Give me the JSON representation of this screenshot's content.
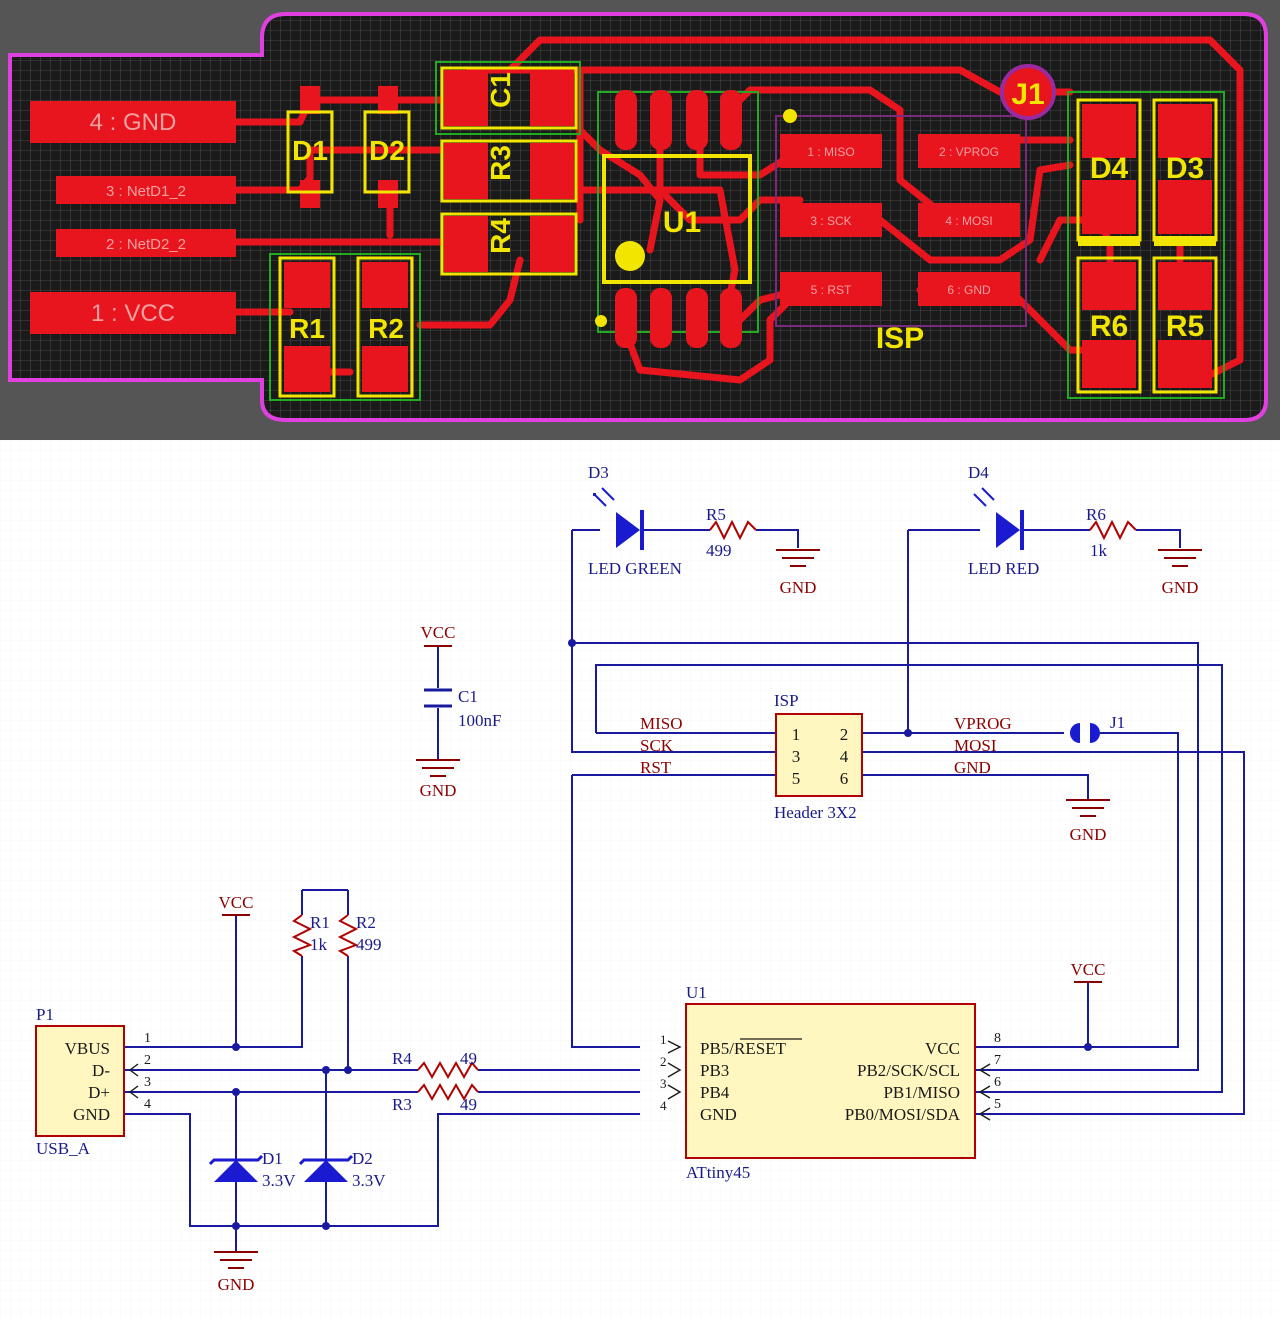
{
  "pcb": {
    "edge_labels": {
      "gnd": "4 : GND",
      "netd1": "3 : NetD1_2",
      "netd2": "2 : NetD2_2",
      "vcc": "1 : VCC"
    },
    "designators": {
      "d1": "D1",
      "d2": "D2",
      "c1": "C1",
      "r3": "R3",
      "r4": "R4",
      "u1": "U1",
      "r1": "R1",
      "r2": "R2",
      "j1": "J1",
      "d4": "D4",
      "d3": "D3",
      "r6": "R6",
      "r5": "R5",
      "isp": "ISP"
    },
    "isp_pads": {
      "p1": "1 : MISO",
      "p2": "2 : VPROG",
      "p3": "3 : SCK",
      "p4": "4 : MOSI",
      "p5": "5 : RST",
      "p6": "6 : GND"
    },
    "colors": {
      "board": "#1a1a1a",
      "copper": "#e8141e",
      "silk": "#f2e600",
      "outline": "#e040e0",
      "frame": "#555555"
    }
  },
  "schematic": {
    "power": {
      "vcc": "VCC",
      "gnd": "GND"
    },
    "components": {
      "d3": {
        "ref": "D3",
        "value": "LED GREEN"
      },
      "r5": {
        "ref": "R5",
        "value": "499"
      },
      "d4": {
        "ref": "D4",
        "value": "LED RED"
      },
      "r6": {
        "ref": "R6",
        "value": "1k"
      },
      "c1": {
        "ref": "C1",
        "value": "100nF"
      },
      "isp": {
        "ref": "ISP",
        "value": "Header 3X2"
      },
      "j1": {
        "ref": "J1"
      },
      "r1": {
        "ref": "R1",
        "value": "1k"
      },
      "r2": {
        "ref": "R2",
        "value": "499"
      },
      "r4": {
        "ref": "R4",
        "value": "49"
      },
      "r3": {
        "ref": "R3",
        "value": "49"
      },
      "d1": {
        "ref": "D1",
        "value": "3.3V"
      },
      "d2": {
        "ref": "D2",
        "value": "3.3V"
      },
      "p1": {
        "ref": "P1",
        "value": "USB_A"
      },
      "u1": {
        "ref": "U1",
        "value": "ATtiny45"
      }
    },
    "isp_nets": {
      "miso": "MISO",
      "sck": "SCK",
      "rst": "RST",
      "vprog": "VPROG",
      "mosi": "MOSI",
      "gnd": "GND"
    },
    "isp_pins": [
      "1",
      "2",
      "3",
      "4",
      "5",
      "6"
    ],
    "p1_pins": {
      "names": [
        "VBUS",
        "D-",
        "D+",
        "GND"
      ],
      "numbers": [
        "1",
        "2",
        "3",
        "4"
      ]
    },
    "u1_pins": {
      "left": [
        "PB5/RESET",
        "PB3",
        "PB4",
        "GND"
      ],
      "left_numbers": [
        "1",
        "2",
        "3",
        "4"
      ],
      "right": [
        "VCC",
        "PB2/SCK/SCL",
        "PB1/MISO",
        "PB0/MOSI/SDA"
      ],
      "right_numbers": [
        "8",
        "7",
        "6",
        "5"
      ]
    },
    "colors": {
      "wire": "#1a1aa0",
      "part_fill": "#fff6c0",
      "part_stroke": "#b00000",
      "text_red": "#8b0000",
      "text_blue": "#1a1a8a",
      "diode": "#1a1ad0"
    }
  }
}
